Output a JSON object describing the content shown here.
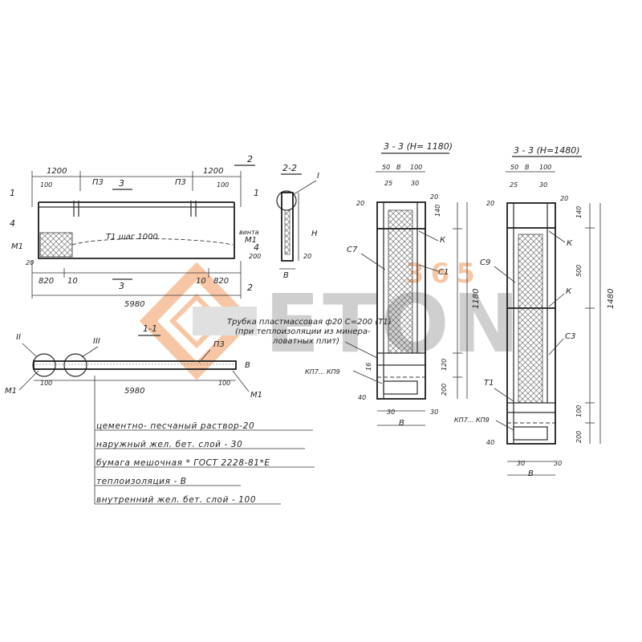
{
  "colors": {
    "ink": "#2a2a2a",
    "watermark": "#f29a5c",
    "watermark_grey": "#9a9a9a",
    "hatch": "#444444"
  },
  "plan": {
    "dim_left_top": "1200",
    "dim_right_top": "1200",
    "dim_100_left": "100",
    "dim_100_right": "100",
    "mark_p3_left": "П3",
    "mark_p3_right": "П3",
    "mark_3_top": "3",
    "mark_3_bottom": "3",
    "mark_2_top": "2",
    "mark_2_bottom": "2",
    "mark_1_left": "1",
    "mark_1_right": "1",
    "mark_4_left": "4",
    "mark_4_right": "4",
    "mark_m1_left": "М1",
    "mark_m1_right": "М1",
    "t1_note": "Т1 шаг 1000",
    "vinta": "винта",
    "dim_20": "20",
    "dim_820_left": "820",
    "dim_10_left": "10",
    "dim_10_right": "10",
    "dim_820_right": "820",
    "dim_total": "5980",
    "dim_200": "200"
  },
  "s22": {
    "title": "2-2",
    "mark_i": "I",
    "h": "Н",
    "d20": "20",
    "b": "В"
  },
  "s11": {
    "title": "1-1",
    "mark_ii": "II",
    "mark_iii": "III",
    "p3": "П3",
    "b": "В",
    "d100_left": "100",
    "d100_right": "100",
    "total": "5980",
    "m1_left": "М1",
    "m1_right": "М1"
  },
  "tube_note": {
    "line1": "Трубка пластмассовая ф20 С=200 (Т1)",
    "line2": "(при теплоизоляции из минера-",
    "line3": "ловатных плит)"
  },
  "materials": [
    "цементно- песчаный раствор-20",
    "наружный  жел. бет. слой - 30",
    "бумага мешочная * ГОСТ 2228-81*Е",
    "теплоизоляция - В",
    "внутренний  жел. бет. слой - 100"
  ],
  "s33a": {
    "title": "3 - 3  (Н= 1180)",
    "d50": "50",
    "db": "В",
    "d100": "100",
    "d25": "25",
    "d30": "30",
    "d20": "20",
    "d20b": "20",
    "d140": "140",
    "k": "К",
    "c7": "С7",
    "c1": "С1",
    "total": "1180",
    "d16": "16",
    "d120": "120",
    "kp": "КП7... КП9",
    "d200": "200",
    "d40": "40",
    "d30b": "30",
    "d30c": "30",
    "bottom_b": "В"
  },
  "s33b": {
    "title": "3 - 3  (Н=1480)",
    "d50": "50",
    "db": "В",
    "d100": "100",
    "d25": "25",
    "d30": "30",
    "d20": "20",
    "d20b": "20",
    "d140": "140",
    "k1": "К",
    "c9": "С9",
    "d500": "500",
    "k2": "К",
    "c3": "С3",
    "total": "1480",
    "t1": "Т1",
    "d100b": "100",
    "kp": "КП7... КП9",
    "d200": "200",
    "d40": "40",
    "d30b": "30",
    "d30c": "30",
    "bottom_b": "В"
  },
  "watermark": {
    "number": "365",
    "brand": "ETON"
  }
}
